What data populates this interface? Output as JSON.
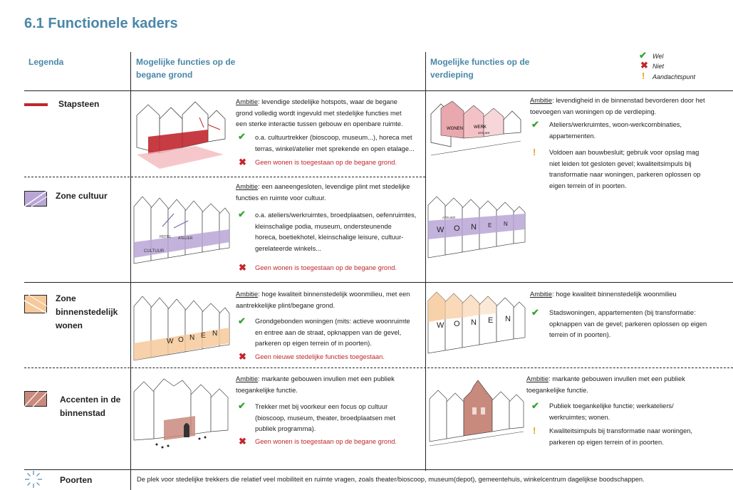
{
  "title": "6.1 Functionele kaders",
  "headers": {
    "legend": "Legenda",
    "ground": [
      "Mogelijke functies op de",
      "begane grond"
    ],
    "upper": [
      "Mogelijke functies op de",
      "verdieping"
    ]
  },
  "key": {
    "yes": "Wel",
    "no": "Niet",
    "attention": "Aandachtspunt"
  },
  "rows": [
    {
      "legend": [
        "Stapsteen"
      ],
      "ground": {
        "ambition_label": "Ambitie",
        "ambition": [
          "levendige stedelijke hotspots, waar de begane",
          "grond volledig wordt ingevuld met stedelijke functies met",
          "een sterke interactie tussen gebouw en openbare ruimte."
        ],
        "yes": [
          "o.a. cultuurtrekker (bioscoop, museum...), horeca met",
          "terras, winkel/atelier met sprekende en open etalage..."
        ],
        "no": [
          "Geen wonen is toegestaan op de begane grond."
        ]
      },
      "upper": {
        "ambition_label": "Ambitie",
        "ambition": [
          "levendigheid in de binnenstad bevorderen door het",
          "toevoegen van woningen op de verdieping."
        ],
        "yes": [
          "Ateliers/werkruimtes, woon-werkcombinaties,",
          "appartementen."
        ],
        "attention": [
          "Voldoen aan bouwbesluit; gebruik voor opslag mag",
          "niet leiden tot gesloten gevel; kwaliteitsimpuls bij",
          "transformatie naar woningen, parkeren oplossen op",
          "eigen terrein of in poorten."
        ]
      }
    },
    {
      "legend": [
        "Zone cultuur"
      ],
      "ground": {
        "ambition_label": "Ambitie",
        "ambition": [
          "een aaneengesloten, levendige plint met stedelijke",
          "functies en ruimte voor cultuur."
        ],
        "yes": [
          "o.a. ateliers/werkruimtes, broedplaatsen, oefenruimtes,",
          "kleinschalige podia, museum, ondersteunende",
          "horeca, boetiekhotel, kleinschalige leisure, cultuur-",
          "gerelateerde winkels..."
        ],
        "no": [
          "Geen wonen is toegestaan op de begane grond."
        ]
      }
    },
    {
      "legend": [
        "Zone",
        "binnenstedelijk",
        "wonen"
      ],
      "ground": {
        "ambition_label": "Ambitie",
        "ambition": [
          "hoge kwaliteit binnenstedelijk woonmilieu, met een",
          "aantrekkelijke plint/begane grond."
        ],
        "yes": [
          "Grondgebonden woningen (mits: actieve woonruimte",
          "en entree aan de straat, opknappen van de gevel,",
          "parkeren op eigen terrein of in poorten)."
        ],
        "no": [
          "Geen nieuwe stedelijke functies toegestaan."
        ]
      },
      "upper": {
        "ambition_label": "Ambitie",
        "ambition": [
          "hoge kwaliteit binnenstedelijk woonmilieu"
        ],
        "yes": [
          "Stadswoningen, appartementen (bij transformatie:",
          "opknappen van de gevel; parkeren oplossen op eigen",
          "terrein of in poorten)."
        ]
      }
    },
    {
      "legend": [
        "Accenten in de",
        "binnenstad"
      ],
      "ground": {
        "ambition_label": "Ambitie",
        "ambition": [
          "markante gebouwen invullen met een publiek",
          "toegankelijke functie."
        ],
        "yes": [
          "Trekker met bij voorkeur een focus op cultuur",
          "(bioscoop, museum, theater, broedplaatsen met",
          "publiek programma)."
        ],
        "no": [
          "Geen wonen is toegestaan op de begane grond."
        ]
      },
      "upper": {
        "ambition_label": "Ambitie",
        "ambition": [
          "markante gebouwen invullen met een publiek",
          "toegankelijke functie."
        ],
        "yes": [
          "Publiek toegankelijke functie; werkateliers/",
          "werkruimtes; wonen."
        ],
        "attention": [
          "Kwaliteitsimpuls bij transformatie naar woningen,",
          "parkeren op eigen terrein of in poorten."
        ]
      }
    },
    {
      "legend": [
        "Poorten"
      ],
      "description": "De plek voor stedelijke trekkers die relatief veel mobiliteit en ruimte vragen, zoals theater/bioscoop, museum(depot), gemeentehuis, winkelcentrum dagelijkse boodschappen."
    }
  ],
  "illustration_text": {
    "r1_upper": [
      "WONEN",
      "WERK",
      "ATELIER"
    ],
    "r2_ground": [
      "CULTUUR",
      "HOTEL",
      "ATELIER"
    ],
    "r2_upper": [
      "ATELIER",
      "W",
      "O",
      "N",
      "E",
      "N"
    ],
    "r3_ground": [
      "W",
      "O",
      "N",
      "E",
      "N"
    ],
    "r3_upper": [
      "W",
      "O",
      "N",
      "E",
      "N"
    ]
  },
  "colors": {
    "accent": "#4a87a8",
    "stapsteen": "#c0272d",
    "cultuur": "#b9a6d6",
    "wonen": "#f6c99a",
    "accenten": "#c98a7e",
    "check": "#3aa33a",
    "cross": "#c0272d",
    "attention": "#e8a317"
  }
}
